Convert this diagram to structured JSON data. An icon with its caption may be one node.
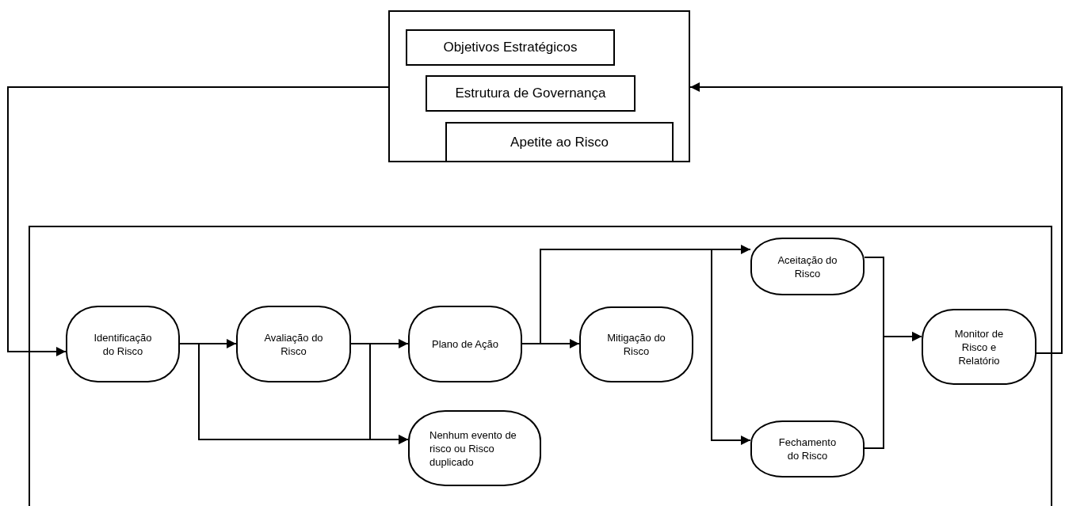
{
  "diagram": {
    "nodes": [
      {
        "text": [],
        "shape": "box"
      },
      {
        "text": [
          "Objetivos Estratégicos"
        ],
        "in": 0
      },
      {
        "text": [
          "Estrutura de Governança"
        ],
        "in": 0
      },
      {
        "text": [
          "Apetite ao Risco"
        ],
        "in": 0
      },
      {
        "text": [],
        "shape": "box"
      },
      {
        "text": [
          "Identificação do Risco"
        ],
        "in": 4
      },
      {
        "text": [
          "Avaliação do Risco"
        ],
        "in": 4
      },
      {
        "text": [
          "Plano de Ação"
        ],
        "in": 4
      },
      {
        "text": [
          "Nenhum evento de risco ou Risco duplicado"
        ],
        "in": 4
      },
      {
        "text": [
          "Mitigação do Risco"
        ],
        "in": 4
      },
      {
        "text": [
          "Aceitação do Risco"
        ],
        "in": 4
      },
      {
        "text": [
          "Fechamento do Risco"
        ],
        "in": 4
      },
      {
        "text": [
          "Monitor de Risco e Relatório"
        ],
        "in": 4
      }
    ],
    "edges": [
      {
        "from": 0,
        "to": 5,
        "arrow": "to"
      },
      {
        "from": 5,
        "to": 6,
        "arrow": "to"
      },
      {
        "from": 5,
        "to": 8,
        "arrow": "to"
      },
      {
        "from": 6,
        "to": 7,
        "arrow": "to"
      },
      {
        "from": 6,
        "to": 8,
        "arrow": "to"
      },
      {
        "from": 7,
        "to": 9,
        "arrow": "to"
      },
      {
        "from": 7,
        "to": 10,
        "arrow": "to"
      },
      {
        "from": 7,
        "to": 11,
        "arrow": "to"
      },
      {
        "from": 10,
        "to": 12,
        "arrow": "to"
      },
      {
        "from": 11,
        "to": 12,
        "arrow": "to"
      },
      {
        "from": 12,
        "to": 0,
        "arrow": "to"
      }
    ]
  }
}
